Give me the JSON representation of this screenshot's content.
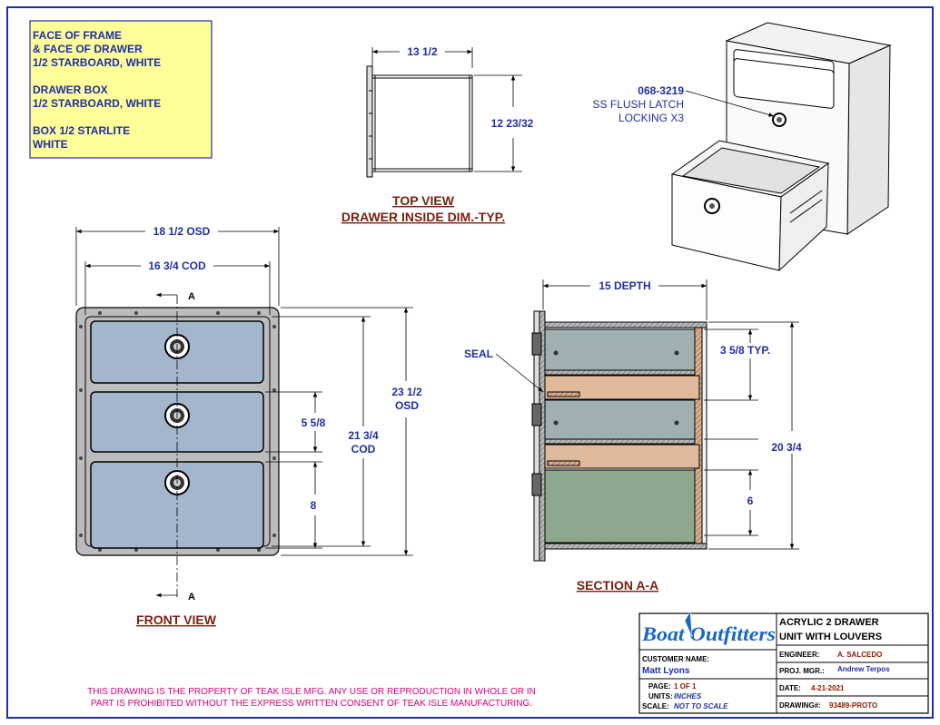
{
  "notes": {
    "lines": [
      "FACE OF FRAME",
      "& FACE OF DRAWER",
      "1/2 STARBOARD, WHITE",
      "",
      "DRAWER BOX",
      "1/2 STARBOARD, WHITE",
      "",
      "BOX 1/2 STARLITE",
      "WHITE"
    ],
    "bg_color": "#ffff99"
  },
  "top_view": {
    "title": "TOP VIEW",
    "subtitle": "DRAWER INSIDE DIM.-TYP.",
    "width_dim": "13 1/2",
    "depth_dim": "12 23/32"
  },
  "iso_callout": {
    "part_number": "068-3219",
    "line2": "SS FLUSH LATCH",
    "line3": "LOCKING X3"
  },
  "front_view": {
    "title": "FRONT VIEW",
    "overall_width": "18 1/2 OSD",
    "cutout_width": "16 3/4 COD",
    "overall_height": "23 1/2",
    "overall_height_sub": "OSD",
    "cutout_height": "21 3/4",
    "cutout_height_sub": "COD",
    "drawer1_height": "5 5/8",
    "drawer3_height": "8",
    "section_marker": "A",
    "panel_color": "#a4b6cc",
    "frame_color": "#bcbcbc"
  },
  "section_view": {
    "title": "SECTION A-A",
    "depth": "15 DEPTH",
    "seal_label": "SEAL",
    "drawer_typ": "3 5/8 TYP.",
    "bottom_drawer": "6",
    "overall_height": "20 3/4",
    "wood_color": "#e0b89a",
    "box_color": "#9fb0b3",
    "green_color": "#8ea88e"
  },
  "title_block": {
    "logo_text": "Boat Outfitters",
    "title_line1": "ACRYLIC 2 DRAWER",
    "title_line2": "UNIT WITH LOUVERS",
    "engineer_label": "ENGINEER:",
    "engineer_value": "A. SALCEDO",
    "pm_label": "PROJ. MGR.:",
    "pm_value": "Andrew Terpos",
    "customer_label": "CUSTOMER NAME:",
    "customer_value": "Matt Lyons",
    "date_label": "DATE:",
    "date_value": "4-21-2021",
    "page_label": "PAGE:",
    "page_value": "1 OF 1",
    "units_label": "UNITS:",
    "units_value": "INCHES",
    "scale_label": "SCALE:",
    "scale_value": "NOT TO SCALE",
    "drawing_label": "DRAWING#:",
    "drawing_value": "93489-PROTO"
  },
  "legal": {
    "line1": "THIS DRAWING IS THE PROPERTY OF TEAK ISLE MFG.  ANY USE OR REPRODUCTION IN WHOLE OR IN",
    "line2": "PART IS PROHIBITED WITHOUT THE EXPRESS WRITTEN CONSENT OF TEAK ISLE MANUFACTURING."
  }
}
